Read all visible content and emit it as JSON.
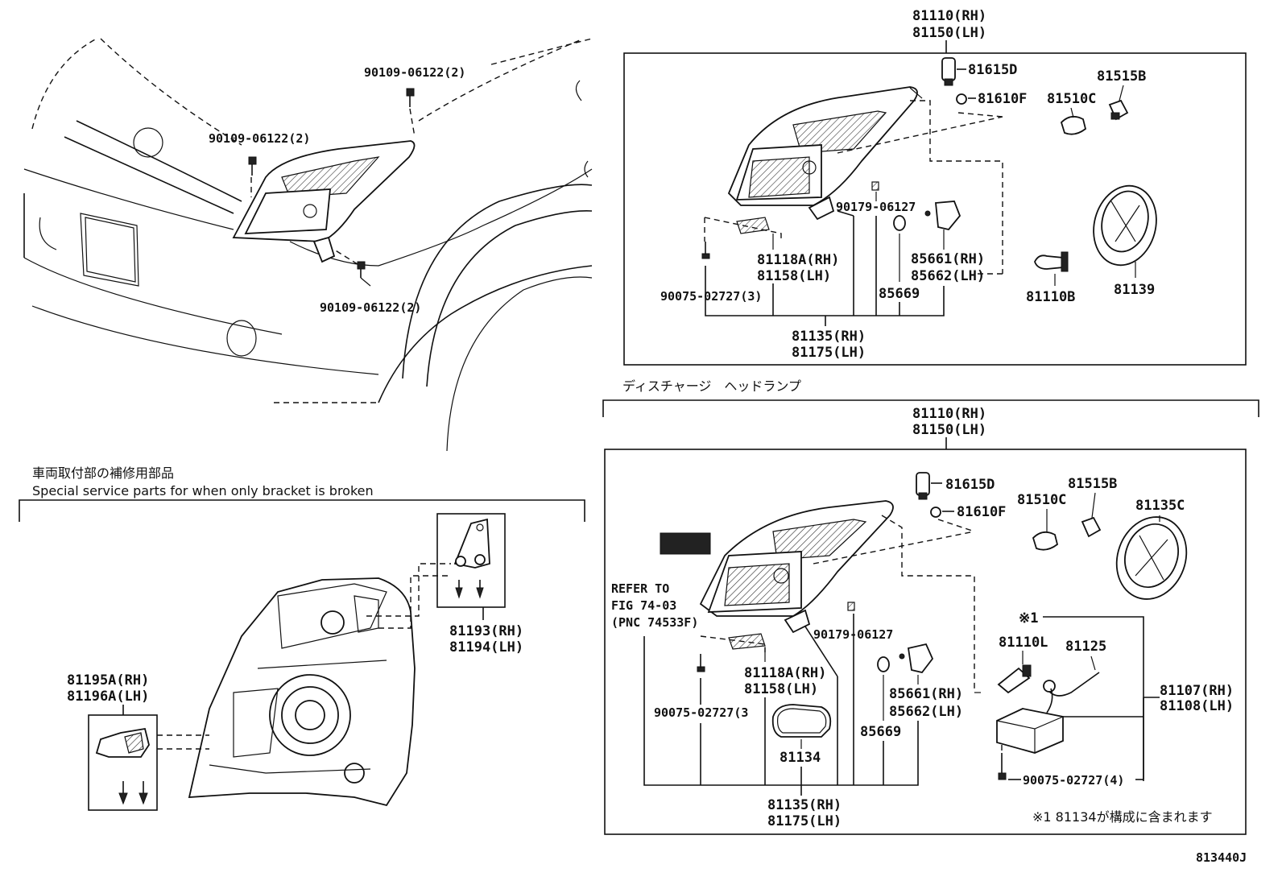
{
  "watermark_text": "",
  "car_view": {
    "labels": [
      "90109-06122(2)",
      "90109-06122(2)",
      "90109-06122(2)"
    ]
  },
  "top_assembly": {
    "header_rh": "81110(RH)",
    "header_lh": "81150(LH)",
    "p_81615D": "81615D",
    "p_81610F": "81610F",
    "p_81510C": "81510C",
    "p_81515B": "81515B",
    "p_90179": "90179-06127",
    "p_81118A": "81118A(RH)",
    "p_81158": "81158(LH)",
    "p_85661": "85661(RH)",
    "p_85662": "85662(LH)",
    "p_90075": "90075-02727(3)",
    "p_85669": "85669",
    "p_81110B": "81110B",
    "p_81139": "81139",
    "footer_rh": "81135(RH)",
    "footer_lh": "81175(LH)"
  },
  "discharge": {
    "title": "ディスチャージ　ヘッドランプ",
    "header_rh": "81110(RH)",
    "header_lh": "81150(LH)",
    "p_81615D": "81615D",
    "p_81610F": "81610F",
    "p_81510C": "81510C",
    "p_81515B": "81515B",
    "p_81135C": "81135C",
    "refer_1": "REFER TO",
    "refer_2": "FIG 74-03",
    "refer_3": "(PNC 74533F)",
    "p_90179": "90179-06127",
    "p_81118A": "81118A(RH)",
    "p_81158": "81158(LH)",
    "p_90075": "90075-02727(3",
    "p_81134": "81134",
    "p_85661": "85661(RH)",
    "p_85662": "85662(LH)",
    "p_85669": "85669",
    "mark": "※1",
    "p_81110L": "81110L",
    "p_81125": "81125",
    "p_81107": "81107(RH)",
    "p_81108": "81108(LH)",
    "p_90075_4": "90075-02727(4)",
    "footer_rh": "81135(RH)",
    "footer_lh": "81175(LH)",
    "note": "※1 81134が構成に含まれます"
  },
  "bracket_section": {
    "title_jp": "車両取付部の補修用部品",
    "title_en": "Special service parts for when only bracket is broken",
    "p_81193": "81193(RH)",
    "p_81194": "81194(LH)",
    "p_81195A": "81195A(RH)",
    "p_81196A": "81196A(LH)"
  },
  "figure_id": "813440J"
}
